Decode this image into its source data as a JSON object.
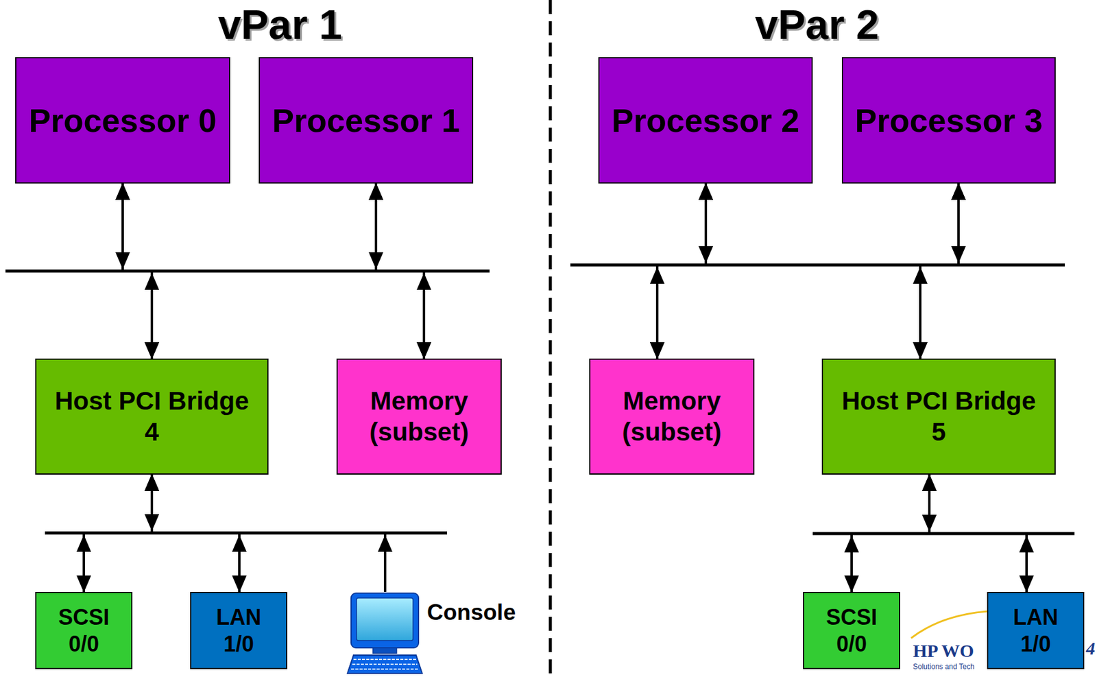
{
  "diagram": {
    "nodes": [
      {
        "text": [
          "Processor 0"
        ]
      },
      {
        "text": [
          "Processor 1"
        ]
      },
      {
        "text": [
          "Host PCI Bridge 4"
        ]
      },
      {
        "text": [
          "Memory (subset)"
        ]
      },
      {
        "text": [
          "SCSI 0/0"
        ]
      },
      {
        "text": [
          "LAN 1/0"
        ]
      },
      {
        "text": [
          "Console"
        ]
      },
      {
        "text": [
          "Processor 2"
        ]
      },
      {
        "text": [
          "Processor 3"
        ]
      },
      {
        "text": [
          "Memory (subset)"
        ]
      },
      {
        "text": [
          "Host PCI Bridge 5"
        ]
      },
      {
        "text": [
          "SCSI 0/0"
        ]
      },
      {
        "text": [
          "LAN 1/0"
        ]
      }
    ],
    "edges": [
      {
        "from": 0,
        "to": 2,
        "arrow": "both"
      },
      {
        "from": 0,
        "to": 3,
        "arrow": "both"
      },
      {
        "from": 1,
        "to": 2,
        "arrow": "both"
      },
      {
        "from": 1,
        "to": 3,
        "arrow": "both"
      },
      {
        "from": 2,
        "to": 4,
        "arrow": "both"
      },
      {
        "from": 2,
        "to": 5,
        "arrow": "both"
      },
      {
        "from": 6,
        "to": 2,
        "arrow": "to"
      },
      {
        "from": 7,
        "to": 9,
        "arrow": "both"
      },
      {
        "from": 7,
        "to": 10,
        "arrow": "both"
      },
      {
        "from": 8,
        "to": 9,
        "arrow": "both"
      },
      {
        "from": 8,
        "to": 10,
        "arrow": "both"
      },
      {
        "from": 10,
        "to": 11,
        "arrow": "both"
      },
      {
        "from": 10,
        "to": 12,
        "arrow": "both"
      }
    ],
    "labels": [
      "vPar 1",
      "vPar 2",
      "HP WO",
      "Solutions and Tech",
      "4"
    ]
  }
}
